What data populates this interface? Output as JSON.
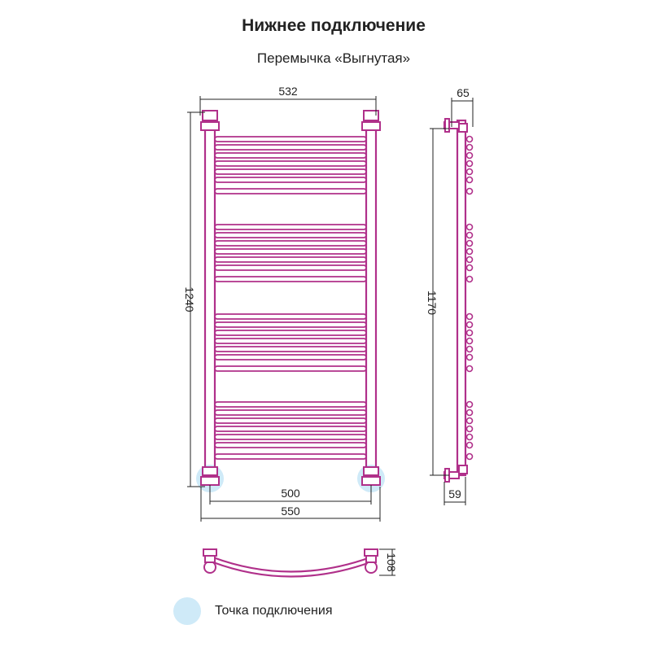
{
  "header": {
    "title": "Нижнее подключение",
    "subtitle": "Перемычка «Выгнутая»"
  },
  "front_view": {
    "dims": {
      "top_width": "532",
      "height": "1240",
      "connection_spacing": "500",
      "total_width": "550"
    }
  },
  "side_view": {
    "dims": {
      "depth": "65",
      "height": "1170",
      "bottom_offset": "59"
    }
  },
  "top_view": {
    "dims": {
      "depth": "108"
    }
  },
  "legend": {
    "connection_point_label": "Точка подключения",
    "connection_point_color": "#cfeaf8"
  },
  "colors": {
    "pipe": "#b0308a",
    "pipe_inner": "#ffffff",
    "dimension_line": "#222222"
  }
}
